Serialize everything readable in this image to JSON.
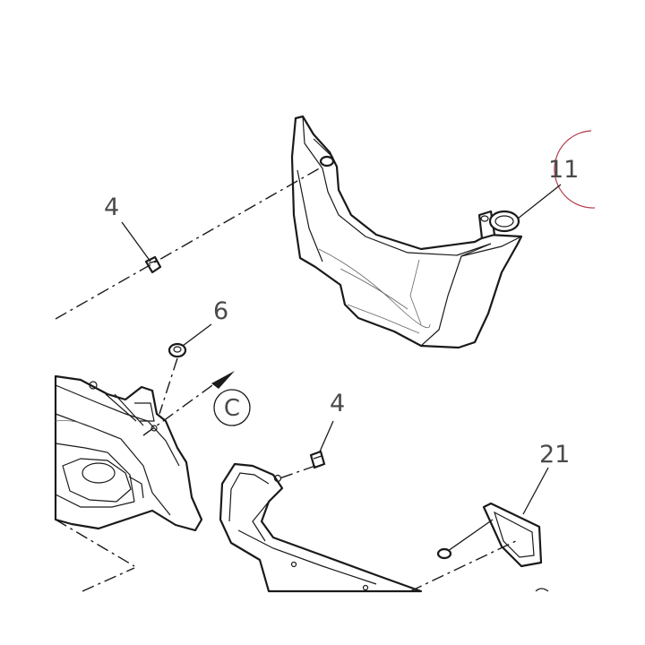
{
  "callouts": {
    "part_11": "11",
    "part_4_top": "4",
    "part_6": "6",
    "part_4_bottom": "4",
    "part_21": "21"
  },
  "view_marker": "C",
  "colors": {
    "line": "#1a1a1a",
    "label": "#4a4a4a",
    "highlight_ring": "#b23a48"
  }
}
